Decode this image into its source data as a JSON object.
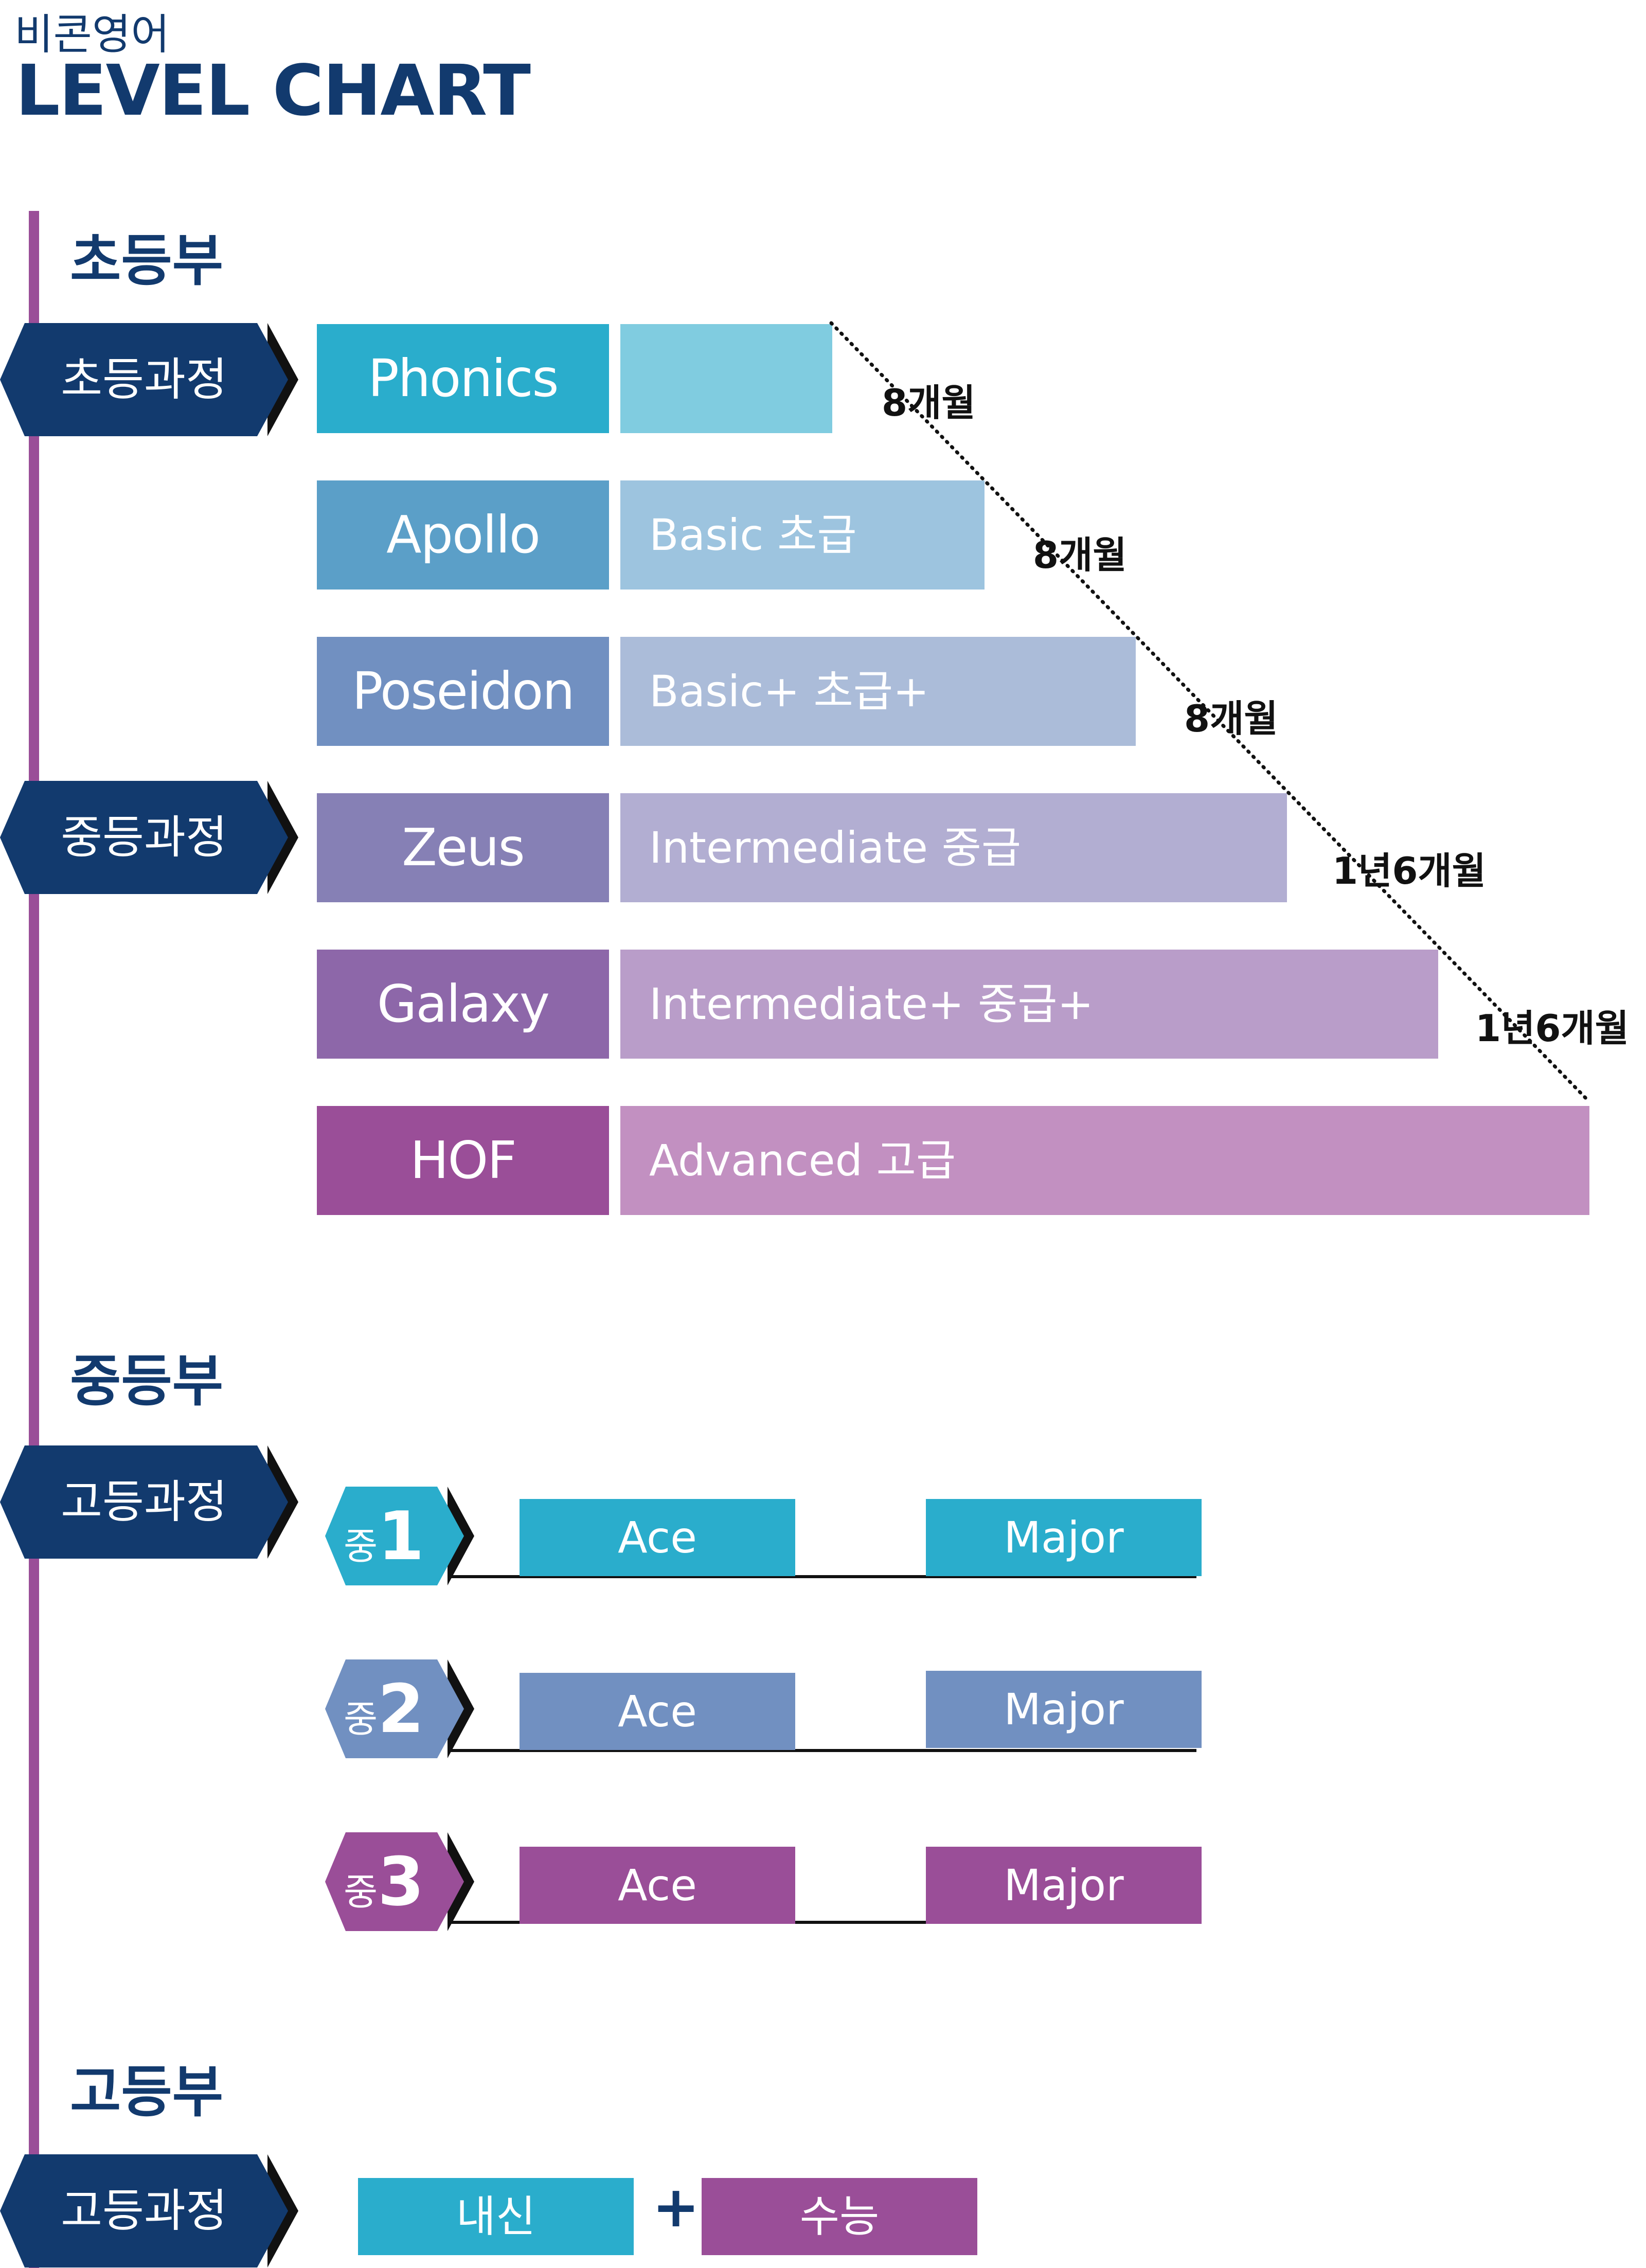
{
  "header": {
    "brand": "비콘영어",
    "title": "LEVEL CHART"
  },
  "colors": {
    "navy": "#123a6e",
    "purple_line": "#9a4e98",
    "phonics": "#2aadcc",
    "phonics_light": "#80cce0",
    "apollo": "#5b9fc8",
    "apollo_light": "#9dc4df",
    "poseidon": "#7190c1",
    "poseidon_light": "#abbcd9",
    "zeus": "#8680b5",
    "zeus_light": "#b2aed2",
    "galaxy": "#8d67a9",
    "galaxy_light": "#b99dc9",
    "hof": "#9a4e98",
    "hof_light": "#c290c1",
    "ms1": "#2aadcc",
    "ms2": "#7190c1",
    "ms3": "#9a4e98"
  },
  "elementary": {
    "section_label": "초등부",
    "course_badges": [
      "초등과정",
      "중등과정"
    ],
    "levels": [
      {
        "name": "Phonics",
        "desc": ""
      },
      {
        "name": "Apollo",
        "desc": "Basic 초급"
      },
      {
        "name": "Poseidon",
        "desc": "Basic+ 초급+"
      },
      {
        "name": "Zeus",
        "desc": "Intermediate 중급"
      },
      {
        "name": "Galaxy",
        "desc": "Intermediate+  중급+"
      },
      {
        "name": "HOF",
        "desc": "Advanced 고급"
      }
    ],
    "durations": [
      "8개월",
      "8개월",
      "8개월",
      "1년6개월",
      "1년6개월"
    ]
  },
  "middle": {
    "section_label": "중등부",
    "course_badge": "고등과정",
    "grades": [
      {
        "prefix": "중",
        "num": "1",
        "course_a": "Ace",
        "course_b": "Major"
      },
      {
        "prefix": "중",
        "num": "2",
        "course_a": "Ace",
        "course_b": "Major"
      },
      {
        "prefix": "중",
        "num": "3",
        "course_a": "Ace",
        "course_b": "Major"
      }
    ]
  },
  "high": {
    "section_label": "고등부",
    "course_badge": "고등과정",
    "item_a": "내신",
    "plus": "+",
    "item_b": "수능"
  }
}
